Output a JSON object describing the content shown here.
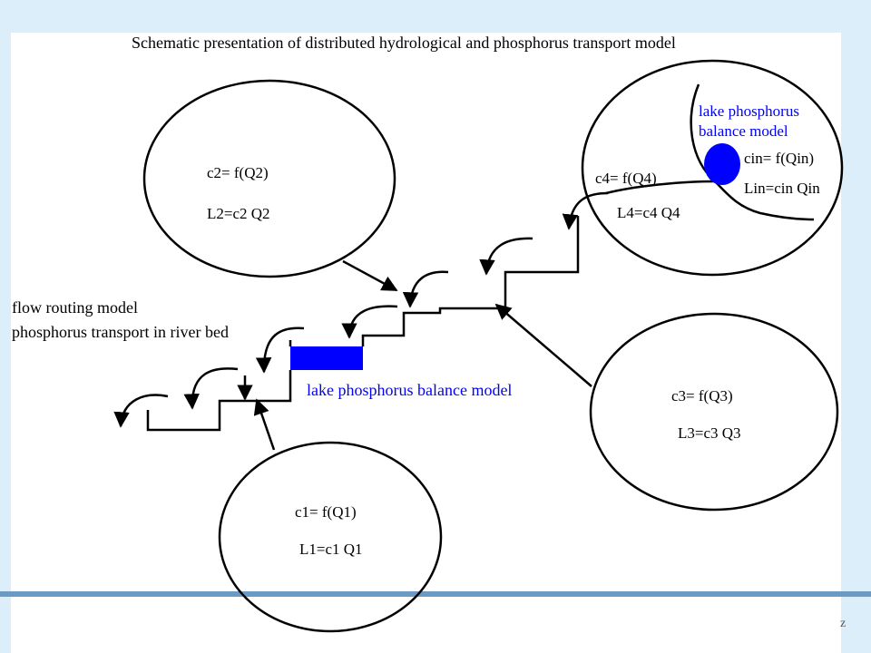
{
  "title": "Schematic presentation of distributed hydrological and phosphorus transport model",
  "flow_label": {
    "line1": "flow routing model",
    "line2": "phosphorus transport in river bed"
  },
  "lake_label_bottom": "lake phosphorus balance model",
  "lake_label_top": {
    "line1": "lake phosphorus",
    "line2": "balance model"
  },
  "catchments": {
    "c1": {
      "eq1": "c1= f(Q1)",
      "eq2": "L1=c1 Q1"
    },
    "c2": {
      "eq1": "c2= f(Q2)",
      "eq2": "L2=c2 Q2"
    },
    "c3": {
      "eq1": "c3= f(Q3)",
      "eq2": "L3=c3 Q3"
    },
    "c4": {
      "eq1": "c4= f(Q4)",
      "eq2": "L4=c4 Q4"
    }
  },
  "lake_inflow": {
    "eq1": "cin= f(Qin)",
    "eq2": "Lin=cin Qin"
  },
  "colors": {
    "lake": "#0000ff",
    "lines": "#000000"
  }
}
